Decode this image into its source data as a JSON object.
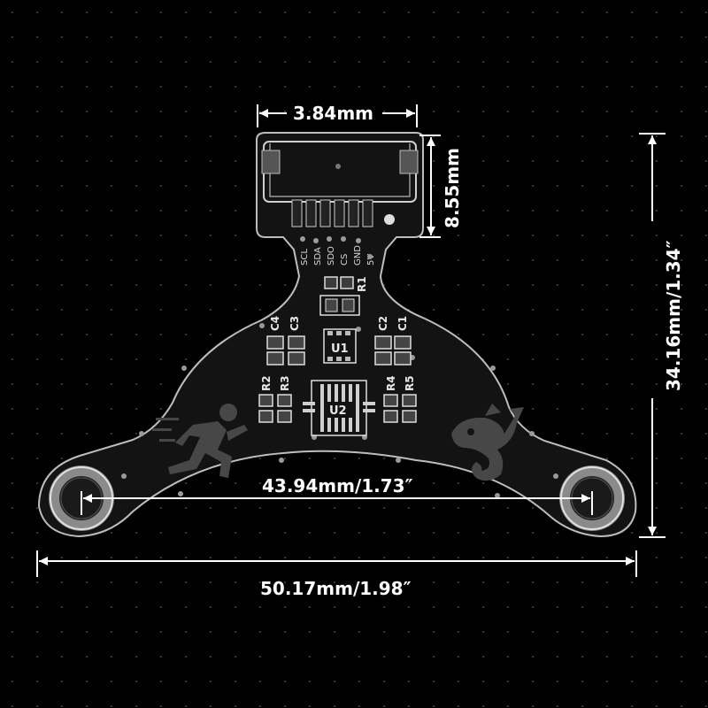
{
  "dimensions": {
    "connector_width": "3.84mm",
    "connector_height": "8.55mm",
    "board_height": "34.16mm/1.34″",
    "hole_spacing": "43.94mm/1.73″",
    "board_width": "50.17mm/1.98″"
  },
  "pins": [
    "SCL",
    "SDA",
    "SDO",
    "CS",
    "GND",
    "5V"
  ],
  "components": {
    "r1": "R1",
    "c4": "C4",
    "c3": "C3",
    "c2": "C2",
    "c1": "C1",
    "u1": "U1",
    "r2": "R2",
    "r3": "R3",
    "r4": "R4",
    "r5": "R5",
    "u2": "U2"
  },
  "colors": {
    "background": "#000000",
    "board": "#141414",
    "outline": "#bdbdbd",
    "dimension": "#ffffff"
  },
  "icons": [
    "running-man-icon",
    "dragon-logo-icon"
  ]
}
